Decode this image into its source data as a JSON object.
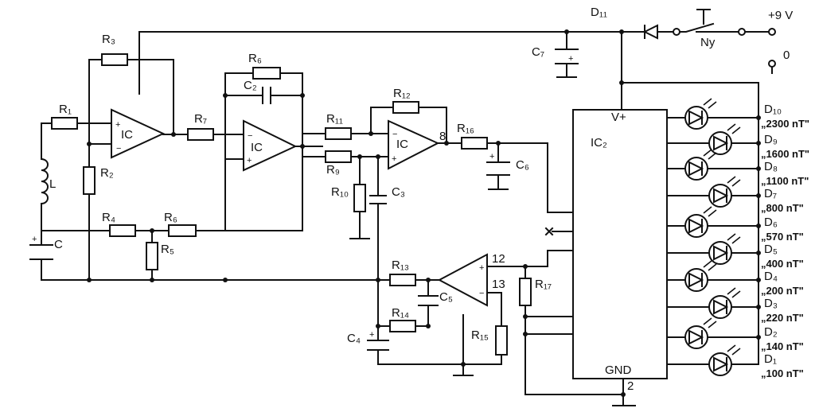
{
  "labels": {
    "opamp1": "IC",
    "opamp2": "IC",
    "opamp3": "IC",
    "ic2": "IC₂",
    "ic2_vplus": "V+",
    "ic2_gnd": "GND",
    "pin8": "8",
    "pin12": "12",
    "pin13": "13",
    "pin2": "2",
    "supply_plus": "+9 V",
    "supply_zero": "0",
    "switch": "Ny",
    "D11": "D₁₁",
    "L": "L",
    "C": "C",
    "R1": "R₁",
    "R2": "R₂",
    "R3": "R₃",
    "R4": "R₄",
    "R5": "R₅",
    "R6a": "R₆",
    "R6b": "R₆",
    "R7": "R₇",
    "R9": "R₉",
    "R10": "R₁₀",
    "R11": "R₁₁",
    "R12": "R₁₂",
    "R13": "R₁₃",
    "R14": "R₁₄",
    "R15": "R₁₅",
    "R16": "R₁₆",
    "R17": "R₁₇",
    "C2": "C₂",
    "C3": "C₃",
    "C4": "C₄",
    "C5": "C₅",
    "C6": "C₆",
    "C7": "C₇"
  },
  "leds": [
    {
      "name": "D₁₀",
      "value": "„2300 nT\""
    },
    {
      "name": "D₉",
      "value": "„1600 nT\""
    },
    {
      "name": "D₈",
      "value": "„1100 nT\""
    },
    {
      "name": "D₇",
      "value": "„800 nT\""
    },
    {
      "name": "D₆",
      "value": "„570 nT\""
    },
    {
      "name": "D₅",
      "value": "„400 nT\""
    },
    {
      "name": "D₄",
      "value": "„200 nT\""
    },
    {
      "name": "D₃",
      "value": "„220 nT\""
    },
    {
      "name": "D₂",
      "value": "„140 nT\""
    },
    {
      "name": "D₁",
      "value": "„100 nT\""
    }
  ]
}
